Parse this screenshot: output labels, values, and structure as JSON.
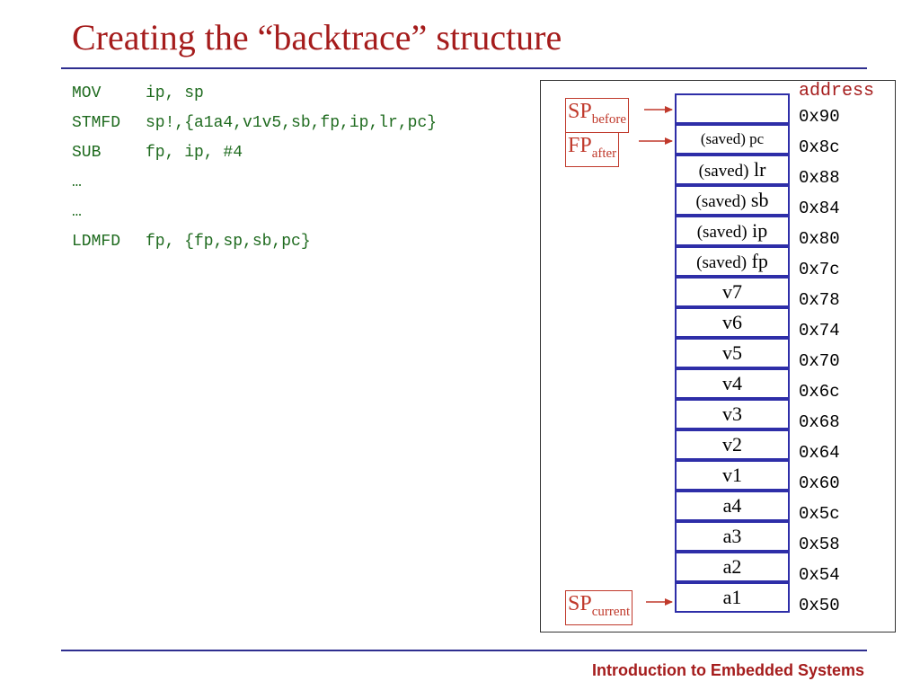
{
  "slide": {
    "title": "Creating the “backtrace” structure",
    "footer": "Introduction to Embedded Systems"
  },
  "code": [
    {
      "op": "MOV",
      "args": "ip, sp"
    },
    {
      "op": "STMFD",
      "args": "sp!,{a1a4,v1v5,sb,fp,ip,lr,pc}"
    },
    {
      "op": "SUB",
      "args": "fp, ip, #4"
    },
    {
      "op": "…",
      "args": ""
    },
    {
      "op": "…",
      "args": ""
    },
    {
      "op": "LDMFD",
      "args": "fp, {fp,sp,sb,pc}"
    }
  ],
  "address_header": "address",
  "stack": [
    {
      "paren": "",
      "reg": "",
      "addr": "0x90"
    },
    {
      "paren": "(saved)",
      "reg": "pc",
      "addr": "0x8c"
    },
    {
      "paren": "(saved)",
      "reg": "lr",
      "addr": "0x88"
    },
    {
      "paren": "(saved)",
      "reg": "sb",
      "addr": "0x84"
    },
    {
      "paren": "(saved)",
      "reg": "ip",
      "addr": "0x80"
    },
    {
      "paren": "(saved)",
      "reg": "fp",
      "addr": "0x7c"
    },
    {
      "paren": "",
      "reg": "v7",
      "addr": "0x78"
    },
    {
      "paren": "",
      "reg": "v6",
      "addr": "0x74"
    },
    {
      "paren": "",
      "reg": "v5",
      "addr": "0x70"
    },
    {
      "paren": "",
      "reg": "v4",
      "addr": "0x6c"
    },
    {
      "paren": "",
      "reg": "v3",
      "addr": "0x68"
    },
    {
      "paren": "",
      "reg": "v2",
      "addr": "0x64"
    },
    {
      "paren": "",
      "reg": "v1",
      "addr": "0x60"
    },
    {
      "paren": "",
      "reg": "a4",
      "addr": "0x5c"
    },
    {
      "paren": "",
      "reg": "a3",
      "addr": "0x58"
    },
    {
      "paren": "",
      "reg": "a2",
      "addr": "0x54"
    },
    {
      "paren": "",
      "reg": "a1",
      "addr": "0x50"
    }
  ],
  "pointers": {
    "sp_before": {
      "main": "SP",
      "sub": "before"
    },
    "fp_after": {
      "main": "FP",
      "sub": "after"
    },
    "sp_current": {
      "main": "SP",
      "sub": "current"
    }
  },
  "colors": {
    "title": "#a51c1c",
    "code": "#1f6b1f",
    "stack_border": "#2e2ea8",
    "pointer": "#c0392b"
  }
}
